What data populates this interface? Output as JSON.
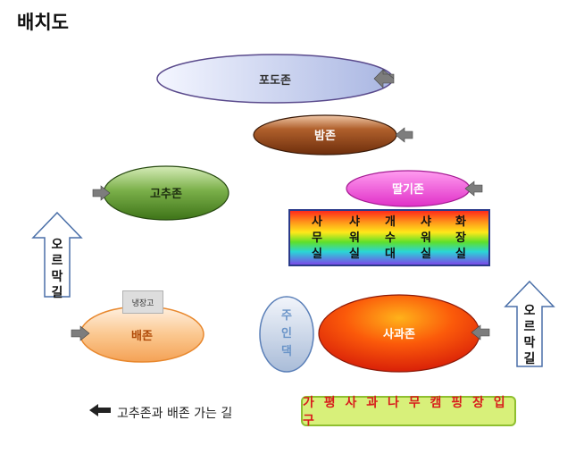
{
  "title": "배치도",
  "zones": {
    "grape": "포도존",
    "chestnut": "밤존",
    "pepper": "고추존",
    "strawberry": "딸기존",
    "pear": "배존",
    "apple": "사과존",
    "house": [
      "주",
      "인",
      "댁"
    ]
  },
  "facilities": [
    [
      "사",
      "무",
      "실"
    ],
    [
      "샤",
      "워",
      "실"
    ],
    [
      "개",
      "수",
      "대"
    ],
    [
      "샤",
      "워",
      "실"
    ],
    [
      "화",
      "장",
      "실"
    ]
  ],
  "fridge": "냉장고",
  "uphill": [
    "오",
    "르",
    "막",
    "길"
  ],
  "legend": "고추존과 배존 가는 길",
  "entrance": "가 평 사 과 나 무 캠 핑 장 입 구",
  "colors": {
    "grape": "#c9d2ee",
    "chestnut": "#9c4a1f",
    "pepper": "#5c9b2b",
    "strawberry": "#f05ad8",
    "pear": "#f6a25a",
    "apple": "#ee2e0e",
    "house": "#a9bcd8"
  }
}
